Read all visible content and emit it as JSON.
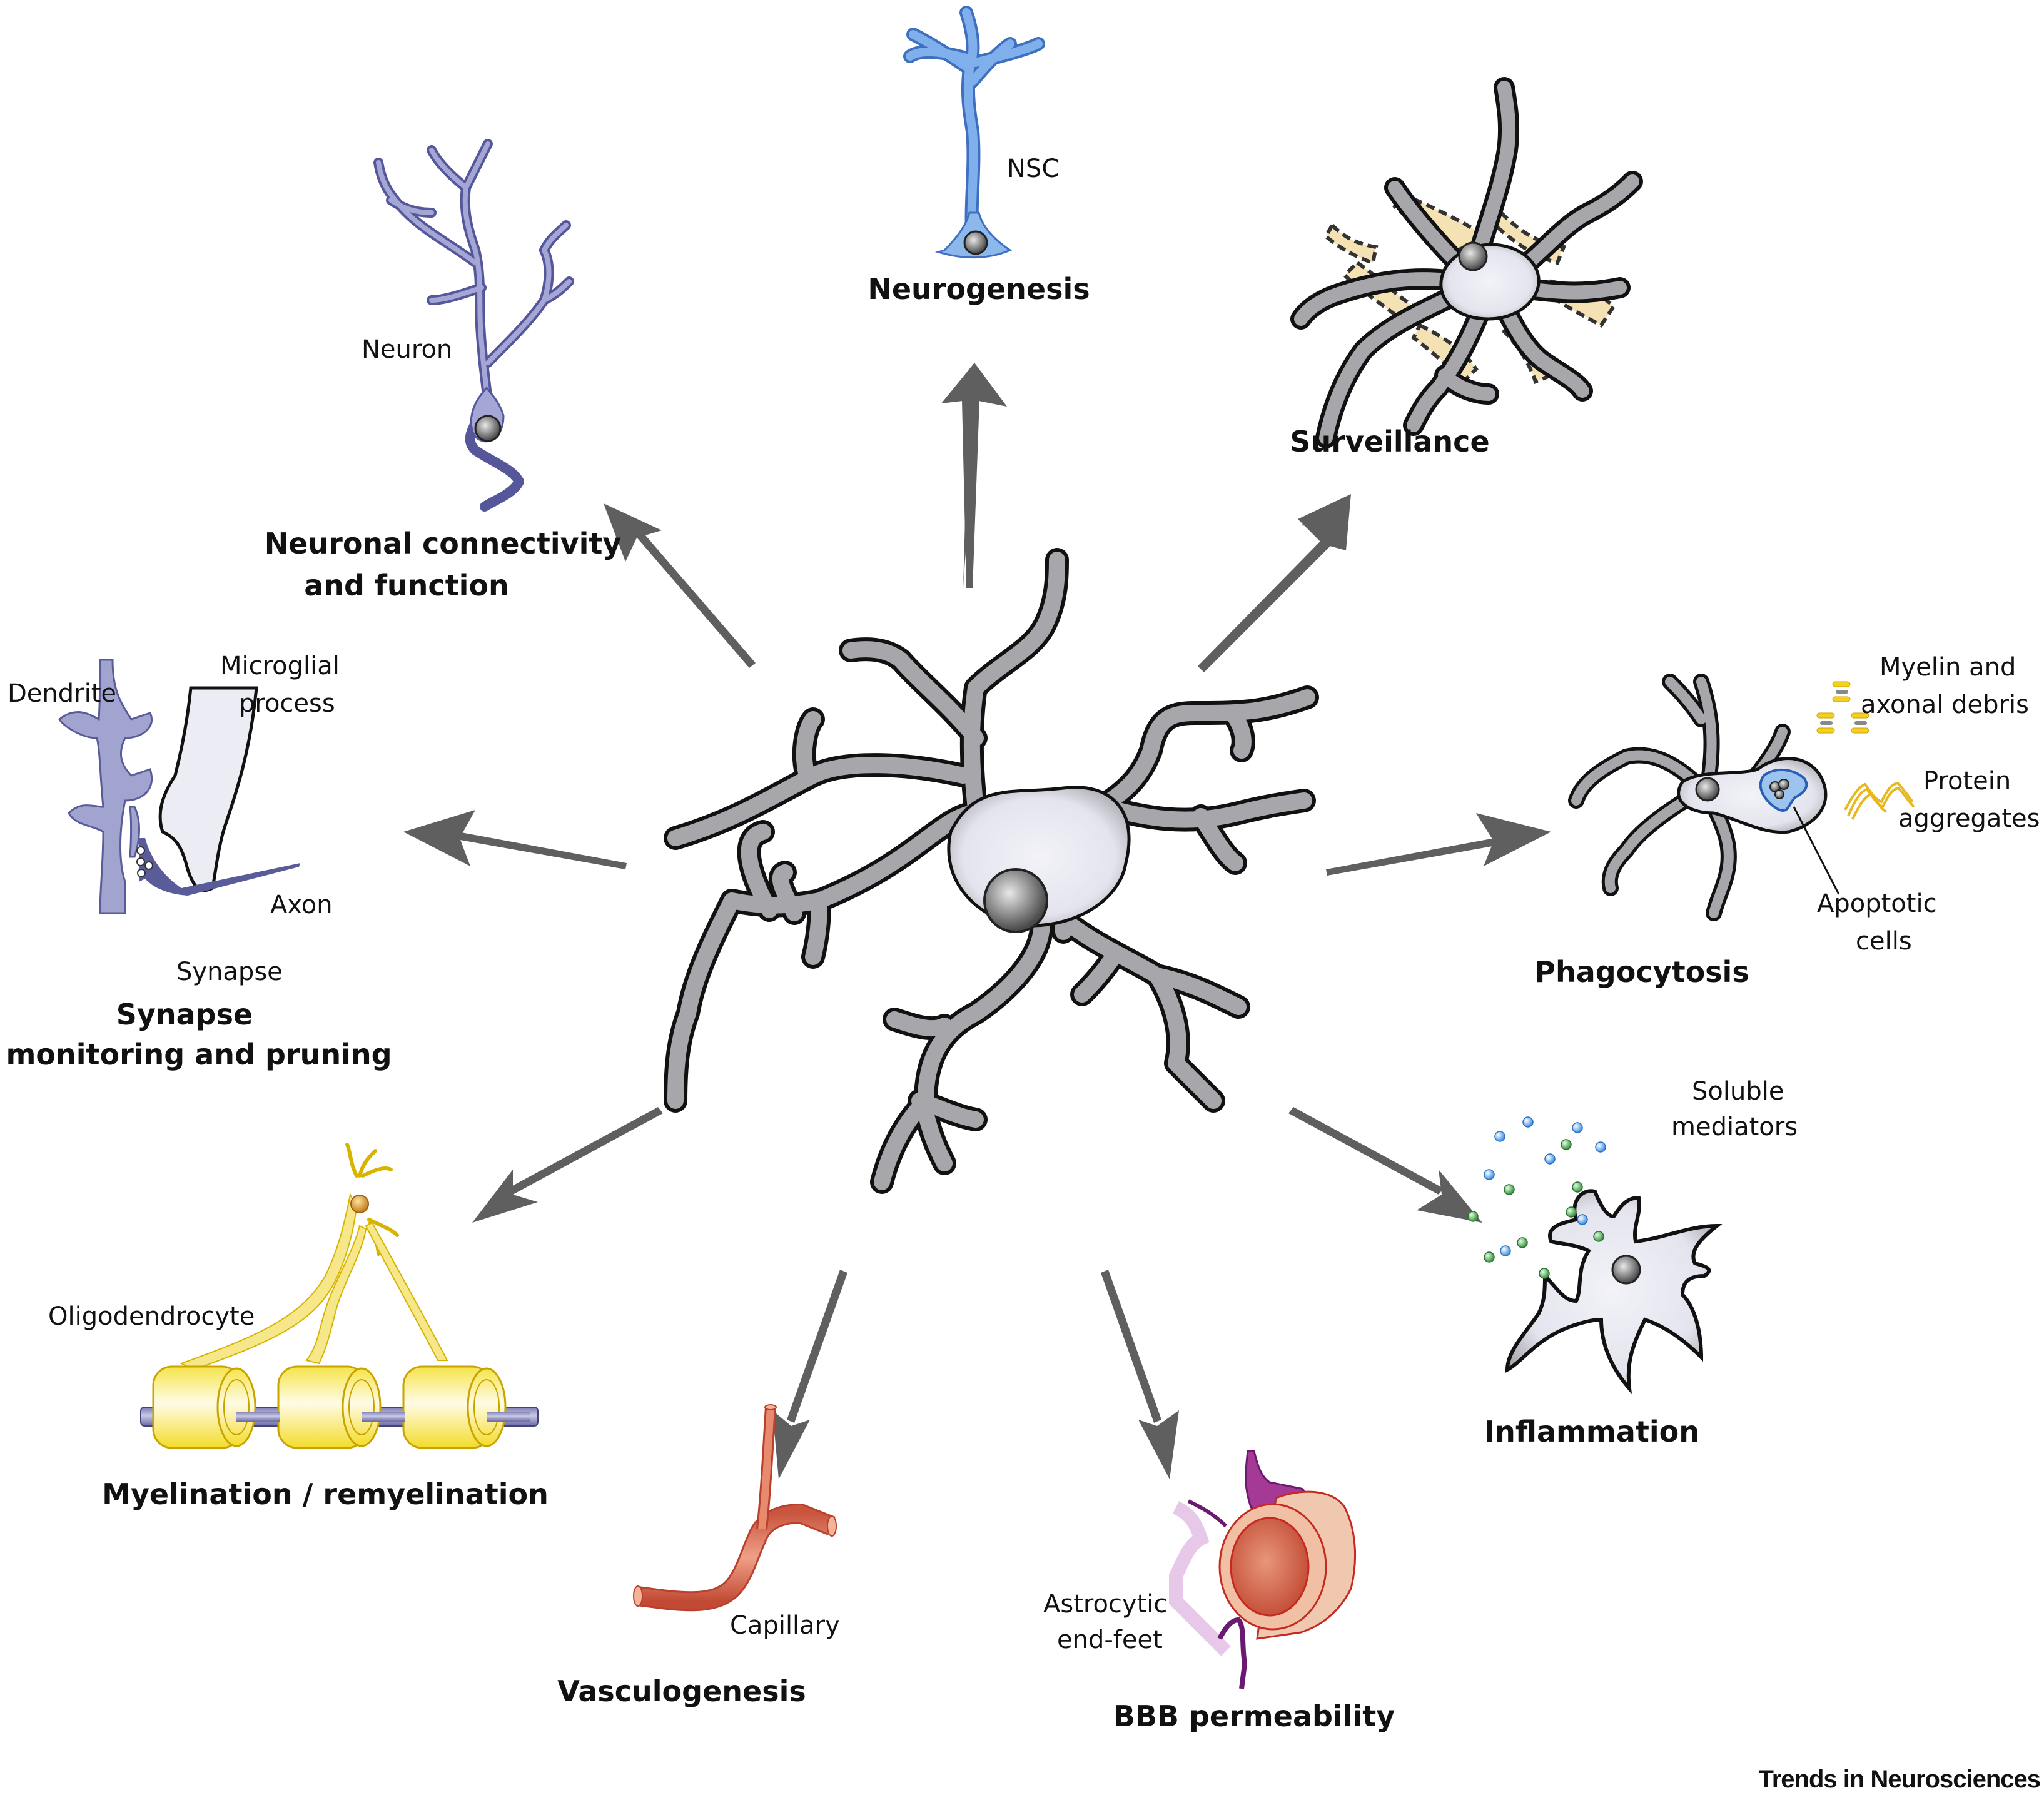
{
  "figure": {
    "center": "Microglia (central cell)",
    "credit": "Trends in Neurosciences",
    "arrow_color": "#5f5f5f",
    "functions": [
      {
        "id": "neurogenesis",
        "title_lines": [
          "Neurogenesis"
        ],
        "labels": [
          "NSC"
        ],
        "color": "#6f9fe0"
      },
      {
        "id": "surveillance",
        "title_lines": [
          "Surveillance"
        ],
        "labels": [],
        "color": "#f4e2b4"
      },
      {
        "id": "phagocytosis",
        "title_lines": [
          "Phagocytosis"
        ],
        "labels": [
          "Myelin and",
          "axonal debris",
          "Protein",
          "aggregates",
          "Apoptotic",
          "cells"
        ],
        "color": "#5b8fd6"
      },
      {
        "id": "inflammation",
        "title_lines": [
          "Inflammation"
        ],
        "labels": [
          "Soluble",
          "mediators"
        ],
        "colors": [
          "#5aa0e0",
          "#4a9a4a"
        ]
      },
      {
        "id": "bbb",
        "title_lines": [
          "BBB permeability"
        ],
        "labels": [
          "Astrocytic",
          "end-feet"
        ],
        "colors": [
          "#8a2b8a",
          "#c94a3a"
        ]
      },
      {
        "id": "vasculogenesis",
        "title_lines": [
          "Vasculogenesis"
        ],
        "labels": [
          "Capillary"
        ],
        "color": "#d9604a"
      },
      {
        "id": "myelination",
        "title_lines": [
          "Myelination / remyelination"
        ],
        "labels": [
          "Oligodendrocyte"
        ],
        "colors": [
          "#f4e14a",
          "#7a7ab0"
        ]
      },
      {
        "id": "synapse",
        "title_lines": [
          "Synapse",
          "monitoring and pruning"
        ],
        "labels": [
          "Dendrite",
          "Microglial",
          "process",
          "Axon",
          "Synapse"
        ],
        "color": "#9a9ccc"
      },
      {
        "id": "neuronal",
        "title_lines": [
          "Neuronal connectivity",
          "and function"
        ],
        "labels": [
          "Neuron"
        ],
        "color": "#8a8cc4"
      }
    ]
  }
}
